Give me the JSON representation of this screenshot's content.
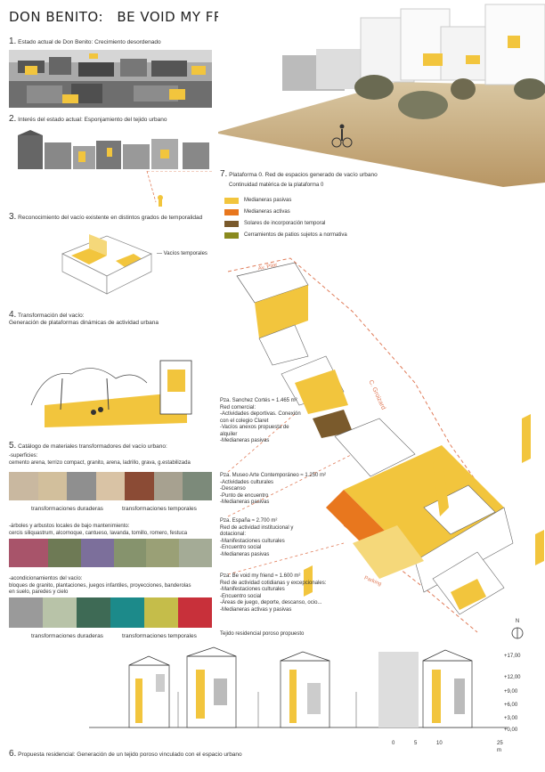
{
  "title": {
    "part1": "DON BENITO:",
    "part2": "BE VOID MY FRIEND"
  },
  "sections": {
    "s1": {
      "num": "1.",
      "text": "Estado actual de Don Benito: Crecimiento desordenado"
    },
    "s2": {
      "num": "2.",
      "text": "Interés del estado actual: Esponjamiento del tejido urbano"
    },
    "s3": {
      "num": "3.",
      "text": "Reconocimiento del vacío existente en distintos grados de temporalidad",
      "callout": "Vacíos temporales"
    },
    "s4": {
      "num": "4.",
      "text": "Transformación del vacío:",
      "text2": "Generación de plataformas dinámicas de actividad urbana"
    },
    "s5": {
      "num": "5.",
      "text": "Catálogo de materiales transformadores del vacío urbano:",
      "sub1": "-superficies:",
      "sub1_list": "cemento arena, terrizo compact, granito, arena, ladrillo, grava, g.estabilizada",
      "cap_a": "transformaciones duraderas",
      "cap_b": "transformaciones temporales",
      "sub2": "-árboles y arbustos locales de bajo mantenimiento:",
      "sub2_list": "cercis siliquastrum, alcornoque, cantueso, lavanda, tomillo, romero, festuca",
      "sub3": "-acondicionamientos del vacío:",
      "sub3_list1": "bloques de granito, plantaciones, juegos infantiles, proyecciones, banderolas",
      "sub3_list2": "en suelo, paredes y cielo",
      "cap_c": "transformaciones duraderas",
      "cap_d": "transformaciones temporales"
    },
    "s6": {
      "num": "6.",
      "text": "Propuesta residencial: Generación de un tejido poroso vinculado con el espacio urbano"
    },
    "s7": {
      "num": "7.",
      "text": "Plataforma 0. Red de espacios generado de vacío urbano",
      "sub": "Continuidad matérica de la plataforma 0",
      "legend": [
        {
          "label": "Medianeras pasivas",
          "color": "#f2c53d"
        },
        {
          "label": "Medianeras activas",
          "color": "#e8771e"
        },
        {
          "label": "Solares de incorporación temporal",
          "color": "#7a5a2c"
        },
        {
          "label": "Cerramientos de patios sujetos a normativa",
          "color": "#8a8a1e"
        }
      ]
    }
  },
  "map_labels": {
    "av_pilar": "Av. Pilar",
    "c_groizard": "C. Groizard",
    "parking": "Parking"
  },
  "plazas": [
    {
      "title": "Pza. Sanchez Cortés ≈ 1.465 m²",
      "lines": [
        "Red comercial:",
        "-Actividades deportivas. Conexión",
        "con el colegio Claret",
        "-Vacíos anexos propuesta de",
        "alquiler",
        "-Medianeras pasivas"
      ]
    },
    {
      "title": "Pza. Museo Arte Contemporáneo ≈ 1.250 m²",
      "lines": [
        "-Actividades culturales",
        "-Descanso",
        "-Punto de encuentro",
        "-Medianeras pasivas"
      ]
    },
    {
      "title": "Pza. España ≈ 2.700 m²",
      "lines": [
        "Red de actividad institucional y",
        "dotacional:",
        "-Manifestaciones culturales",
        "-Encuentro social",
        "-Medianeras pasivas"
      ]
    },
    {
      "title": "Pza. Be void my friend ≈ 1.600 m²",
      "lines": [
        "Red de actividad cotidianas y excepcionales:",
        "-Manifestaciones culturales",
        "-Encuentro social",
        "-Áreas de juego, deporte, descanso, ocio...",
        "-Medianeras activas y pasivas"
      ]
    }
  ],
  "tejido": "Tejido residencial poroso propuesto",
  "north": "N",
  "levels": [
    "+17,00",
    "+12,00",
    "+9,00",
    "+6,00",
    "+3,00",
    "+0,00"
  ],
  "scale": [
    "0",
    "5",
    "10",
    "25 m"
  ]
}
